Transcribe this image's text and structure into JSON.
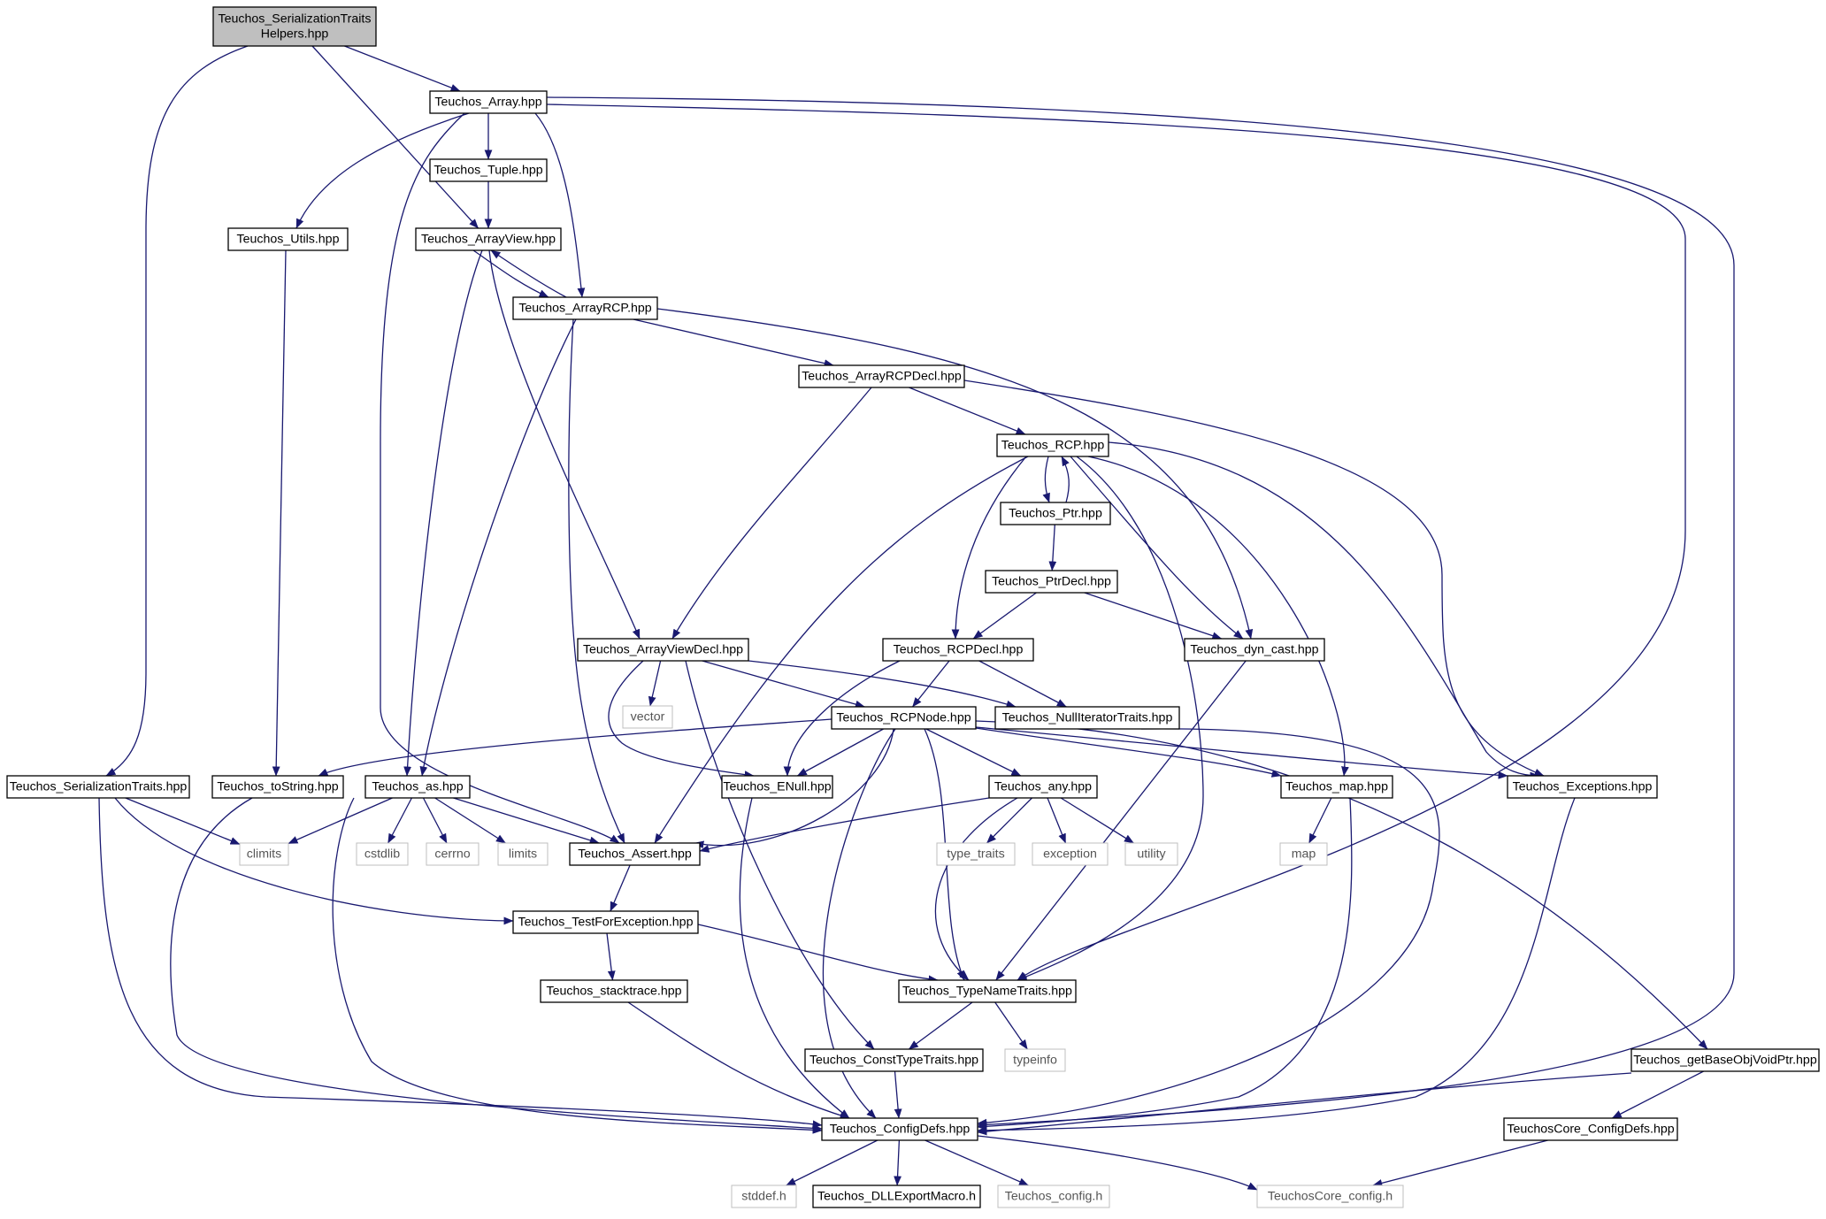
{
  "graph": {
    "title": "",
    "nodes": [
      {
        "id": "root",
        "label": [
          "Teuchos_SerializationTraits",
          "Helpers.hpp"
        ],
        "kind": "root"
      },
      {
        "id": "array",
        "label": [
          "Teuchos_Array.hpp"
        ],
        "kind": "header"
      },
      {
        "id": "tuple",
        "label": [
          "Teuchos_Tuple.hpp"
        ],
        "kind": "header"
      },
      {
        "id": "utils",
        "label": [
          "Teuchos_Utils.hpp"
        ],
        "kind": "header"
      },
      {
        "id": "arrayview",
        "label": [
          "Teuchos_ArrayView.hpp"
        ],
        "kind": "header"
      },
      {
        "id": "arrayrcp",
        "label": [
          "Teuchos_ArrayRCP.hpp"
        ],
        "kind": "header"
      },
      {
        "id": "arrayrcpdecl",
        "label": [
          "Teuchos_ArrayRCPDecl.hpp"
        ],
        "kind": "header"
      },
      {
        "id": "rcp",
        "label": [
          "Teuchos_RCP.hpp"
        ],
        "kind": "header"
      },
      {
        "id": "ptr",
        "label": [
          "Teuchos_Ptr.hpp"
        ],
        "kind": "header"
      },
      {
        "id": "ptrdecl",
        "label": [
          "Teuchos_PtrDecl.hpp"
        ],
        "kind": "header"
      },
      {
        "id": "arrayviewdecl",
        "label": [
          "Teuchos_ArrayViewDecl.hpp"
        ],
        "kind": "header"
      },
      {
        "id": "rcpdecl",
        "label": [
          "Teuchos_RCPDecl.hpp"
        ],
        "kind": "header"
      },
      {
        "id": "dyncast",
        "label": [
          "Teuchos_dyn_cast.hpp"
        ],
        "kind": "header"
      },
      {
        "id": "vector",
        "label": [
          "vector"
        ],
        "kind": "external"
      },
      {
        "id": "rcpnode",
        "label": [
          "Teuchos_RCPNode.hpp"
        ],
        "kind": "header"
      },
      {
        "id": "nulliter",
        "label": [
          "Teuchos_NullIteratorTraits.hpp"
        ],
        "kind": "header"
      },
      {
        "id": "sertraits",
        "label": [
          "Teuchos_SerializationTraits.hpp"
        ],
        "kind": "header"
      },
      {
        "id": "tostring",
        "label": [
          "Teuchos_toString.hpp"
        ],
        "kind": "header"
      },
      {
        "id": "as",
        "label": [
          "Teuchos_as.hpp"
        ],
        "kind": "header"
      },
      {
        "id": "enull",
        "label": [
          "Teuchos_ENull.hpp"
        ],
        "kind": "header"
      },
      {
        "id": "any",
        "label": [
          "Teuchos_any.hpp"
        ],
        "kind": "header"
      },
      {
        "id": "map_hpp",
        "label": [
          "Teuchos_map.hpp"
        ],
        "kind": "header"
      },
      {
        "id": "exceptions",
        "label": [
          "Teuchos_Exceptions.hpp"
        ],
        "kind": "header"
      },
      {
        "id": "climits",
        "label": [
          "climits"
        ],
        "kind": "external"
      },
      {
        "id": "cstdlib",
        "label": [
          "cstdlib"
        ],
        "kind": "external"
      },
      {
        "id": "cerrno",
        "label": [
          "cerrno"
        ],
        "kind": "external"
      },
      {
        "id": "limits",
        "label": [
          "limits"
        ],
        "kind": "external"
      },
      {
        "id": "assert",
        "label": [
          "Teuchos_Assert.hpp"
        ],
        "kind": "header"
      },
      {
        "id": "type_traits",
        "label": [
          "type_traits"
        ],
        "kind": "external"
      },
      {
        "id": "exception",
        "label": [
          "exception"
        ],
        "kind": "external"
      },
      {
        "id": "utility",
        "label": [
          "utility"
        ],
        "kind": "external"
      },
      {
        "id": "map",
        "label": [
          "map"
        ],
        "kind": "external"
      },
      {
        "id": "testforexc",
        "label": [
          "Teuchos_TestForException.hpp"
        ],
        "kind": "header"
      },
      {
        "id": "stacktrace",
        "label": [
          "Teuchos_stacktrace.hpp"
        ],
        "kind": "header"
      },
      {
        "id": "typename",
        "label": [
          "Teuchos_TypeNameTraits.hpp"
        ],
        "kind": "header"
      },
      {
        "id": "consttype",
        "label": [
          "Teuchos_ConstTypeTraits.hpp"
        ],
        "kind": "header"
      },
      {
        "id": "typeinfo",
        "label": [
          "typeinfo"
        ],
        "kind": "external"
      },
      {
        "id": "getbase",
        "label": [
          "Teuchos_getBaseObjVoidPtr.hpp"
        ],
        "kind": "header"
      },
      {
        "id": "configdefs",
        "label": [
          "Teuchos_ConfigDefs.hpp"
        ],
        "kind": "header"
      },
      {
        "id": "coreconfigdefs",
        "label": [
          "TeuchosCore_ConfigDefs.hpp"
        ],
        "kind": "header"
      },
      {
        "id": "stddef",
        "label": [
          "stddef.h"
        ],
        "kind": "external"
      },
      {
        "id": "dllexport",
        "label": [
          "Teuchos_DLLExportMacro.h"
        ],
        "kind": "header"
      },
      {
        "id": "config_h",
        "label": [
          "Teuchos_config.h"
        ],
        "kind": "external"
      },
      {
        "id": "coreconfig_h",
        "label": [
          "TeuchosCore_config.h"
        ],
        "kind": "external"
      }
    ],
    "edges": [
      [
        "root",
        "array"
      ],
      [
        "root",
        "arrayview"
      ],
      [
        "root",
        "sertraits"
      ],
      [
        "array",
        "tuple"
      ],
      [
        "array",
        "utils"
      ],
      [
        "array",
        "arrayrcp"
      ],
      [
        "array",
        "assert"
      ],
      [
        "array",
        "typename"
      ],
      [
        "array",
        "configdefs"
      ],
      [
        "tuple",
        "arrayview"
      ],
      [
        "utils",
        "tostring"
      ],
      [
        "arrayview",
        "arrayrcp"
      ],
      [
        "arrayview",
        "as"
      ],
      [
        "arrayview",
        "arrayviewdecl"
      ],
      [
        "arrayrcp",
        "arrayview"
      ],
      [
        "arrayrcp",
        "arrayrcpdecl"
      ],
      [
        "arrayrcp",
        "dyncast"
      ],
      [
        "arrayrcp",
        "as"
      ],
      [
        "arrayrcp",
        "assert"
      ],
      [
        "arrayrcpdecl",
        "rcp"
      ],
      [
        "arrayrcpdecl",
        "arrayviewdecl"
      ],
      [
        "arrayrcpdecl",
        "exceptions"
      ],
      [
        "rcp",
        "ptr"
      ],
      [
        "rcp",
        "rcpdecl"
      ],
      [
        "rcp",
        "dyncast"
      ],
      [
        "rcp",
        "assert"
      ],
      [
        "rcp",
        "typename"
      ],
      [
        "rcp",
        "map_hpp"
      ],
      [
        "rcp",
        "exceptions"
      ],
      [
        "ptr",
        "rcp"
      ],
      [
        "ptr",
        "ptrdecl"
      ],
      [
        "ptrdecl",
        "rcpdecl"
      ],
      [
        "ptrdecl",
        "dyncast"
      ],
      [
        "arrayviewdecl",
        "vector"
      ],
      [
        "arrayviewdecl",
        "rcpnode"
      ],
      [
        "arrayviewdecl",
        "nulliter"
      ],
      [
        "arrayviewdecl",
        "enull"
      ],
      [
        "arrayviewdecl",
        "consttype"
      ],
      [
        "rcpdecl",
        "rcpnode"
      ],
      [
        "rcpdecl",
        "nulliter"
      ],
      [
        "rcpdecl",
        "enull"
      ],
      [
        "dyncast",
        "typename"
      ],
      [
        "rcpnode",
        "tostring"
      ],
      [
        "rcpnode",
        "enull"
      ],
      [
        "rcpnode",
        "assert"
      ],
      [
        "rcpnode",
        "any"
      ],
      [
        "rcpnode",
        "map_hpp"
      ],
      [
        "rcpnode",
        "exceptions"
      ],
      [
        "rcpnode",
        "getbase"
      ],
      [
        "rcpnode",
        "typename"
      ],
      [
        "rcpnode",
        "configdefs"
      ],
      [
        "nulliter",
        "configdefs"
      ],
      [
        "sertraits",
        "climits"
      ],
      [
        "sertraits",
        "testforexc"
      ],
      [
        "sertraits",
        "configdefs"
      ],
      [
        "tostring",
        "configdefs"
      ],
      [
        "as",
        "climits"
      ],
      [
        "as",
        "cstdlib"
      ],
      [
        "as",
        "cerrno"
      ],
      [
        "as",
        "limits"
      ],
      [
        "as",
        "assert"
      ],
      [
        "as",
        "configdefs"
      ],
      [
        "enull",
        "configdefs"
      ],
      [
        "any",
        "assert"
      ],
      [
        "any",
        "type_traits"
      ],
      [
        "any",
        "exception"
      ],
      [
        "any",
        "utility"
      ],
      [
        "any",
        "typename"
      ],
      [
        "map_hpp",
        "map"
      ],
      [
        "map_hpp",
        "configdefs"
      ],
      [
        "exceptions",
        "configdefs"
      ],
      [
        "assert",
        "testforexc"
      ],
      [
        "testforexc",
        "stacktrace"
      ],
      [
        "testforexc",
        "typename"
      ],
      [
        "stacktrace",
        "configdefs"
      ],
      [
        "typename",
        "consttype"
      ],
      [
        "typename",
        "typeinfo"
      ],
      [
        "consttype",
        "configdefs"
      ],
      [
        "getbase",
        "configdefs"
      ],
      [
        "getbase",
        "coreconfigdefs"
      ],
      [
        "coreconfigdefs",
        "coreconfig_h"
      ],
      [
        "configdefs",
        "stddef"
      ],
      [
        "configdefs",
        "dllexport"
      ],
      [
        "configdefs",
        "config_h"
      ],
      [
        "configdefs",
        "coreconfig_h"
      ]
    ]
  },
  "colors": {
    "edge": "#191970",
    "root_fill": "#bfbfbf",
    "header_border": "#000000",
    "external_border": "#bfbfbf",
    "background": "#ffffff"
  }
}
